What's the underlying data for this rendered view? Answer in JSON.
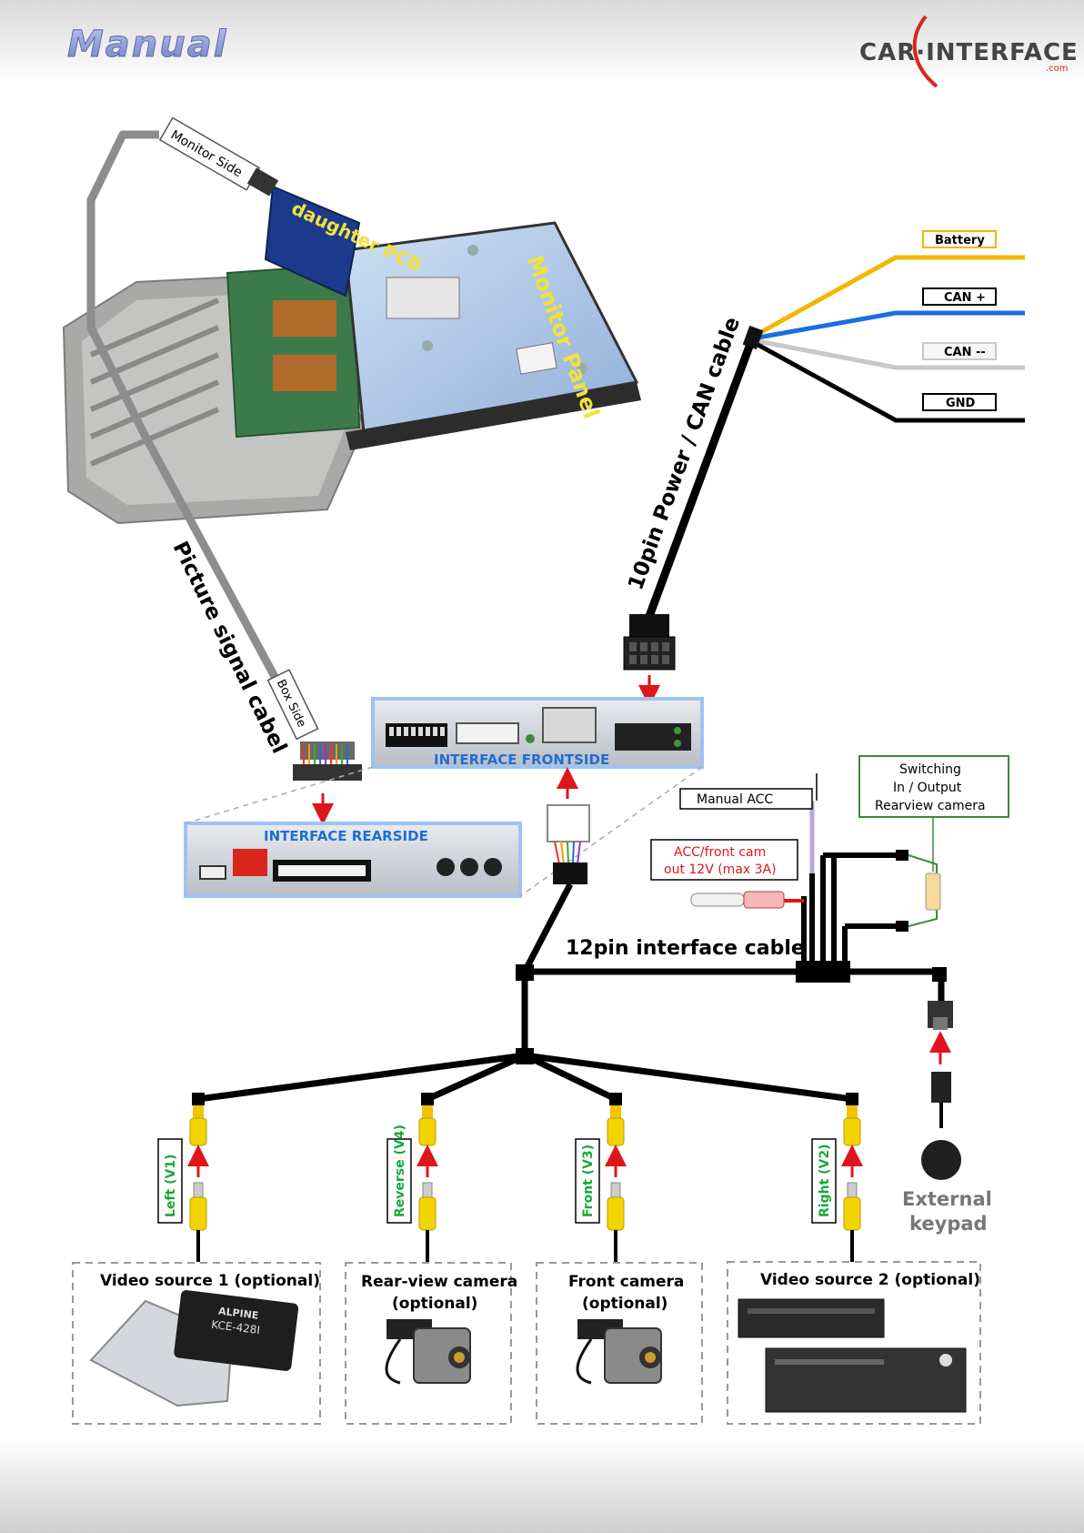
{
  "header": {
    "title": "Manual",
    "brand": "CAR·INTERFACE",
    "brand_sub": ".com"
  },
  "monitor": {
    "monitor_side": "Monitor Side",
    "daughter_pcb": "daughter PCB",
    "monitor_panel": "Monitor Panel"
  },
  "cables": {
    "power_can": "10pin Power / CAN cable",
    "picture_signal": "Picture signal cabel",
    "box_side": "Box Side",
    "interface_cable": "12pin interface cable"
  },
  "wires": {
    "battery": "Battery",
    "can_plus": "CAN +",
    "can_minus": "CAN --",
    "gnd": "GND"
  },
  "interface": {
    "frontside": "INTERFACE  FRONTSIDE",
    "rearside": "INTERFACE REARSIDE"
  },
  "labels": {
    "manual_acc": "Manual ACC",
    "acc_line1": "ACC/front cam",
    "acc_line2": "out  12V (max 3A)",
    "switch_line1": "Switching",
    "switch_line2": "In / Output",
    "switch_line3": "Rearview camera",
    "external_keypad_1": "External",
    "external_keypad_2": "keypad"
  },
  "inputs": [
    {
      "rca": "Left (V1)",
      "source_line1": "Video source 1 (optional)",
      "source_line2": ""
    },
    {
      "rca": "Reverse (V4)",
      "source_line1": "Rear-view camera",
      "source_line2": "(optional)"
    },
    {
      "rca": "Front  (V3)",
      "source_line1": "Front camera",
      "source_line2": "(optional)"
    },
    {
      "rca": "Right  (V2)",
      "source_line1": "Video source 2 (optional)",
      "source_line2": ""
    }
  ],
  "devices": {
    "alpine_brand": "ALPINE",
    "alpine_model": "KCE-428I"
  },
  "colors": {
    "battery": "#f2b705",
    "can_plus": "#1a6fe0",
    "can_minus": "#c8c8c8",
    "gnd": "#000000",
    "arrow": "#e0151b",
    "label_green": "#1aa83a",
    "interface_blue": "#1f6fd1",
    "brand_red": "#d9261c"
  }
}
